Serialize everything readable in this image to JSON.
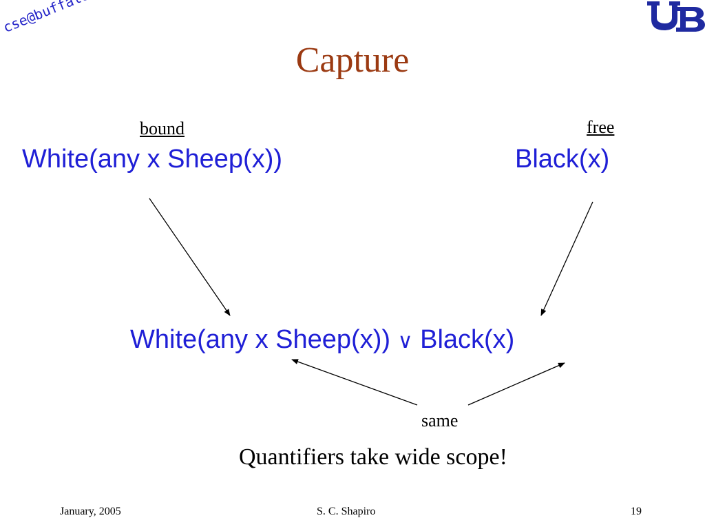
{
  "header": {
    "brand_text": "cse@buffalo",
    "logo_name": "ub-logo-icon",
    "title": "Capture"
  },
  "labels": {
    "bound": "bound",
    "free": "free",
    "same": "same"
  },
  "formulas": {
    "left_top": "White(any x Sheep(x))",
    "right_top": "Black(x)",
    "combined_left": "White(any x Sheep(x))",
    "combined_or": "∨",
    "combined_right": "Black(x)"
  },
  "statement": "Quantifiers take wide scope!",
  "footer": {
    "date": "January, 2005",
    "author": "S. C. Shapiro",
    "page_number": "19"
  },
  "colors": {
    "title": "#9b3a12",
    "formula": "#1f1fd6",
    "brand": "#2323c8",
    "logo": "#1f2aa0"
  }
}
